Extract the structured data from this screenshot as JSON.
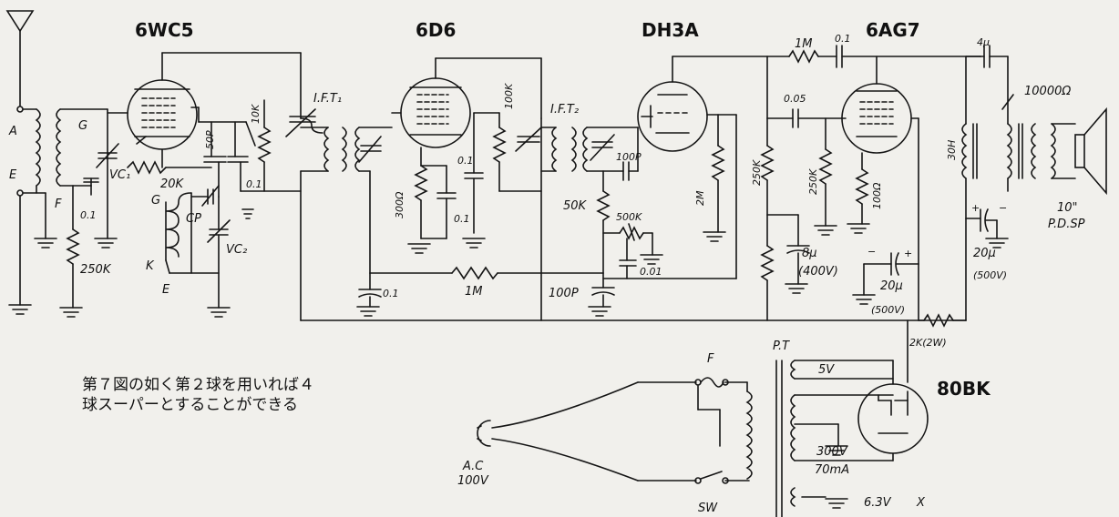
{
  "tubes": {
    "t1": "6WC5",
    "t2": "6D6",
    "t3": "DH3A",
    "t4": "6AG7",
    "t5": "80BK"
  },
  "labels": {
    "antenna_a": "A",
    "antenna_e": "E",
    "coil_g": "G",
    "coil_f": "F",
    "vc1": "VC₁",
    "cap_01a": "0.1",
    "res_250k_a": "250K",
    "res_20k": "20K",
    "cap_50p": "50P",
    "osc_g": "G",
    "osc_k": "K",
    "osc_e": "E",
    "cp": "CP",
    "vc2": "VC₂",
    "res_10k": "10K",
    "cap_01b": "0.1",
    "ift1": "I.F.T₁",
    "res_300": "300Ω",
    "cap_01c": "0.1",
    "cap_01d": "0.1",
    "cap_01e": "0.1",
    "res_1m_bus": "1M",
    "res_100k": "100K",
    "ift2": "I.F.T₂",
    "cap_100p_a": "100P",
    "res_50k": "50K",
    "res_500k": "500K",
    "cap_001": "0.01",
    "cap_100p_b": "100P",
    "res_2m": "2M",
    "res_1m_top": "1M",
    "cap_01_top": "0.1",
    "cap_005": "0.05",
    "res_250k_b": "250K",
    "res_250k_c": "250K",
    "res_100": "100Ω",
    "cap_8u": "8μ",
    "v400": "(400V)",
    "cap_20u_a": "20μ",
    "v500_a": "(500V)",
    "cap_4u": "4μ",
    "res_10000": "10000Ω",
    "choke_30h": "30H",
    "spk_size": "10\"",
    "spk_type": "P.D.SP",
    "cap_20u_b": "20μ",
    "v500_b": "(500V)",
    "res_2k": "2K(2W)",
    "pt": "P.T",
    "v5": "5V",
    "v300": "300V",
    "ma70": "70mA",
    "v63": "6.3V",
    "x": "X",
    "fuse_f": "F",
    "sw": "SW",
    "ac": "A.C",
    "v100": "100V",
    "plus": "+",
    "minus": "−"
  },
  "caption": {
    "line1": "第７図の如く第２球を用いれば４",
    "line2": "球スーパーとすることができる"
  }
}
